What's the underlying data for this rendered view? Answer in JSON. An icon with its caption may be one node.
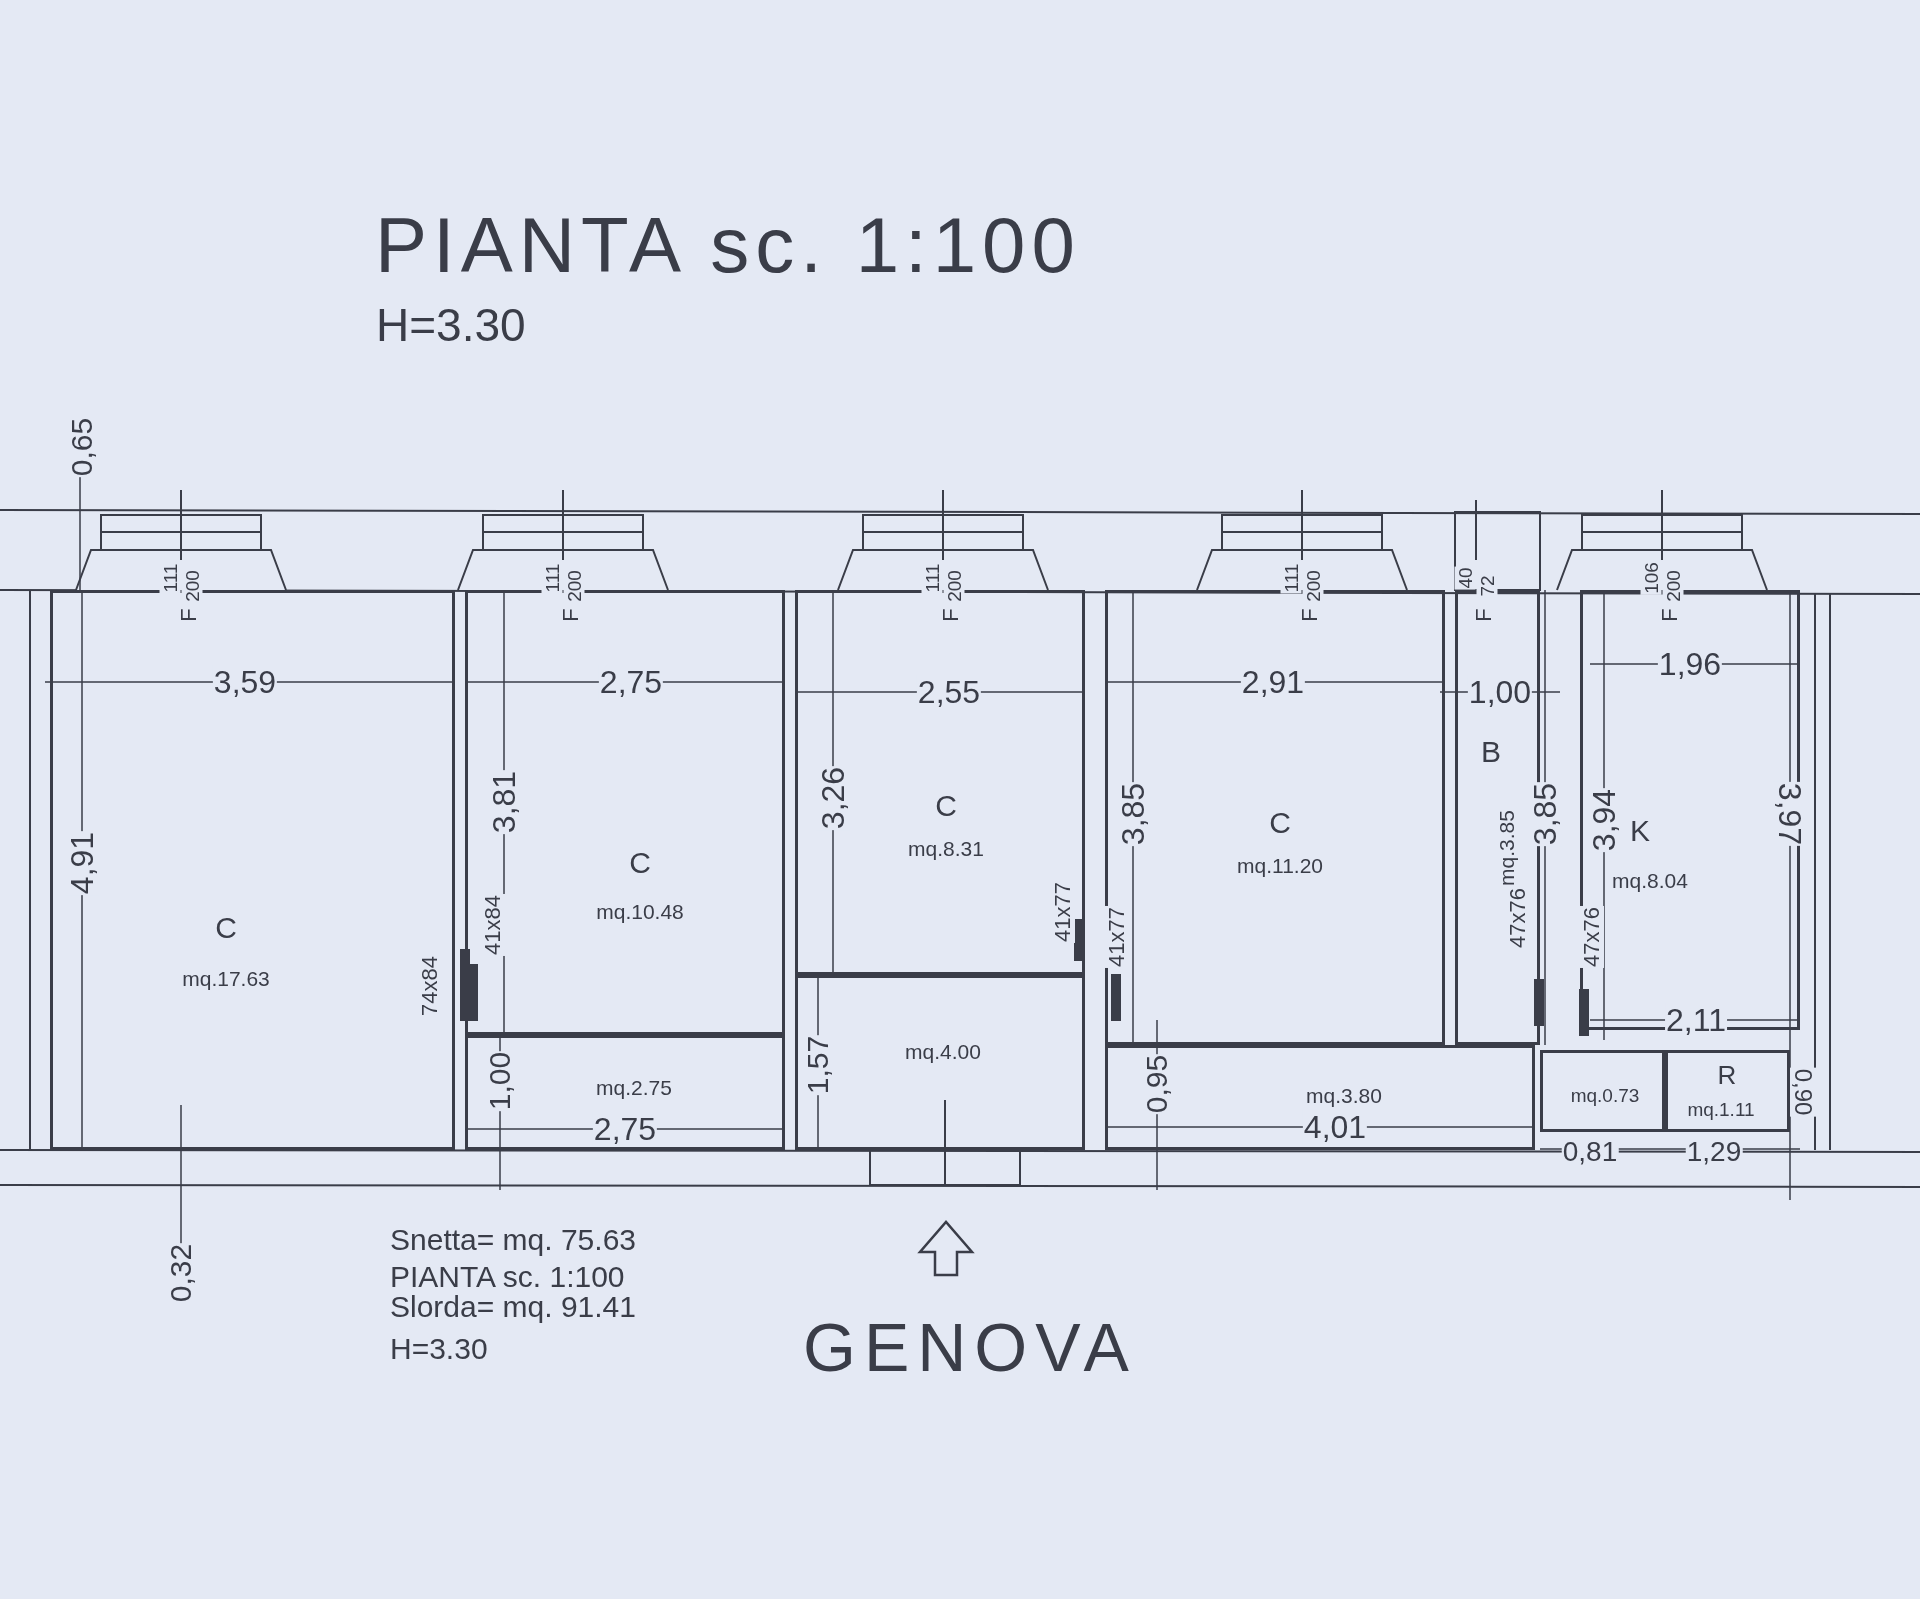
{
  "diagram": {
    "title": "PIANTA sc. 1:100",
    "nodes": [
      {
        "text": [
          "C",
          "mq.17.63"
        ]
      },
      {
        "text": [
          "C",
          "mq.10.48"
        ]
      },
      {
        "text": [
          "mq.2.75"
        ]
      },
      {
        "text": [
          "C",
          "mq.8.31"
        ]
      },
      {
        "text": [
          "mq.4.00"
        ]
      },
      {
        "text": [
          "C",
          "mq.11.20"
        ]
      },
      {
        "text": [
          "mq.3.80"
        ]
      },
      {
        "text": [
          "B",
          "mq.3.85"
        ]
      },
      {
        "text": [
          "K",
          "mq.8.04"
        ]
      },
      {
        "text": [
          "mq.0.73"
        ]
      },
      {
        "text": [
          "R",
          "mq.1.11"
        ]
      }
    ],
    "labels": [
      "H=3.30",
      "111",
      "200",
      "F",
      "111",
      "200",
      "F",
      "111",
      "200",
      "F",
      "111",
      "200",
      "F",
      "40",
      "72",
      "F",
      "106",
      "200",
      "F",
      "0,65",
      "3,59",
      "2,75",
      "2,55",
      "2,91",
      "1,00",
      "1,96",
      "4,91",
      "3,81",
      "3,26",
      "3,85",
      "3,85",
      "3,94",
      "3,97",
      "74x84",
      "41x84",
      "41x77",
      "41x77",
      "47x76",
      "47x76",
      "1,00",
      "2,75",
      "1,57",
      "0,95",
      "4,01",
      "2,11",
      "0,81",
      "1,29",
      "0,90",
      "0,32",
      "Snetta= mq. 75.63",
      "PIANTA sc. 1:100",
      "Slorda= mq. 91.41",
      "H=3.30",
      "GENOVA"
    ]
  }
}
